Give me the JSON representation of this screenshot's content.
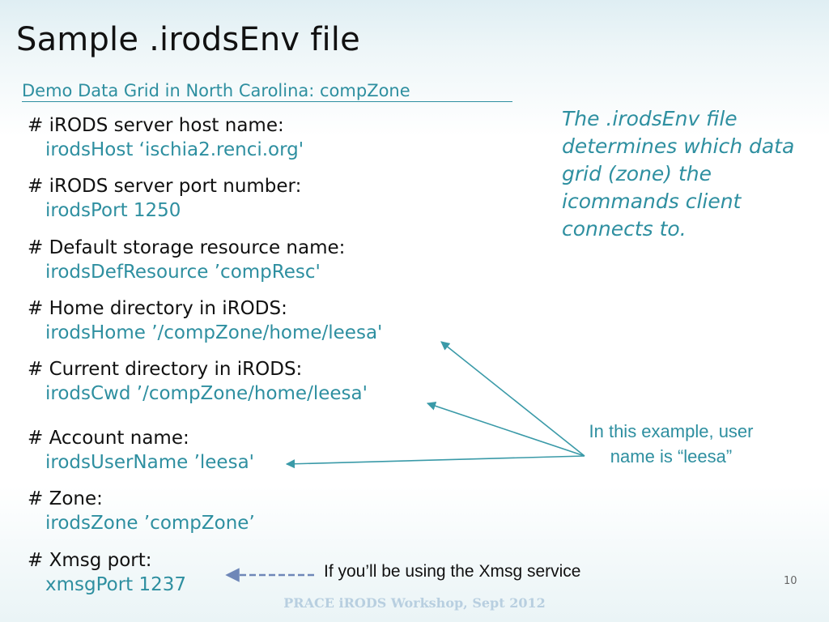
{
  "slide": {
    "title": "Sample .irodsEnv file",
    "subtitle": "Demo Data Grid in North Carolina: compZone",
    "entries": [
      {
        "comment": "# iRODS server host name:",
        "value": "irodsHost ‘ischia2.renci.org'"
      },
      {
        "comment": "# iRODS server port number:",
        "value": "irodsPort 1250"
      },
      {
        "comment": "# Default storage resource name:",
        "value": "irodsDefResource ’compResc'"
      },
      {
        "comment": "# Home directory in iRODS:",
        "value": "irodsHome ’/compZone/home/leesa'"
      },
      {
        "comment": "# Current directory in iRODS:",
        "value": "irodsCwd ’/compZone/home/leesa'"
      },
      {
        "comment": "# Account name:",
        "value": "irodsUserName ’leesa'"
      },
      {
        "comment": "# Zone:",
        "value": "irodsZone ’compZone’"
      },
      {
        "comment": "# Xmsg port:",
        "value": "xmsgPort 1237"
      }
    ],
    "side_note": "The .irodsEnv file determines which data grid (zone) the icommands client connects to.",
    "callout": "In this example, user name is “leesa”",
    "xmsg_note": "If you’ll be using the Xmsg service",
    "page_number": "10",
    "footer": "PRACE iRODS Workshop, Sept 2012"
  },
  "colors": {
    "accent": "#2e8fa0",
    "arrow": "#3a9aa8",
    "dashed_arrow": "#6f87b8",
    "text": "#111111",
    "footer": "#b8cfe0"
  }
}
